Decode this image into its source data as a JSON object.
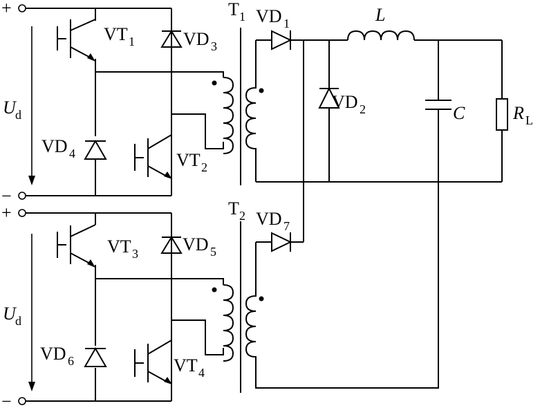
{
  "labels": {
    "plus_top": "+",
    "minus_top": "−",
    "plus_bot": "+",
    "minus_bot": "−",
    "ud_top": "U",
    "ud_top_sub": "d",
    "ud_bot": "U",
    "ud_bot_sub": "d",
    "vt1": "VT",
    "vt1_sub": "1",
    "vt2": "VT",
    "vt2_sub": "2",
    "vt3": "VT",
    "vt3_sub": "3",
    "vt4": "VT",
    "vt4_sub": "4",
    "vd1": "VD",
    "vd1_sub": "1",
    "vd2": "VD",
    "vd2_sub": "2",
    "vd3": "VD",
    "vd3_sub": "3",
    "vd4": "VD",
    "vd4_sub": "4",
    "vd5": "VD",
    "vd5_sub": "5",
    "vd6": "VD",
    "vd6_sub": "6",
    "vd7": "VD",
    "vd7_sub": "7",
    "t1": "T",
    "t1_sub": "1",
    "t2": "T",
    "t2_sub": "2",
    "inductor": "L",
    "capacitor": "C",
    "load": "R",
    "load_sub": "L"
  }
}
